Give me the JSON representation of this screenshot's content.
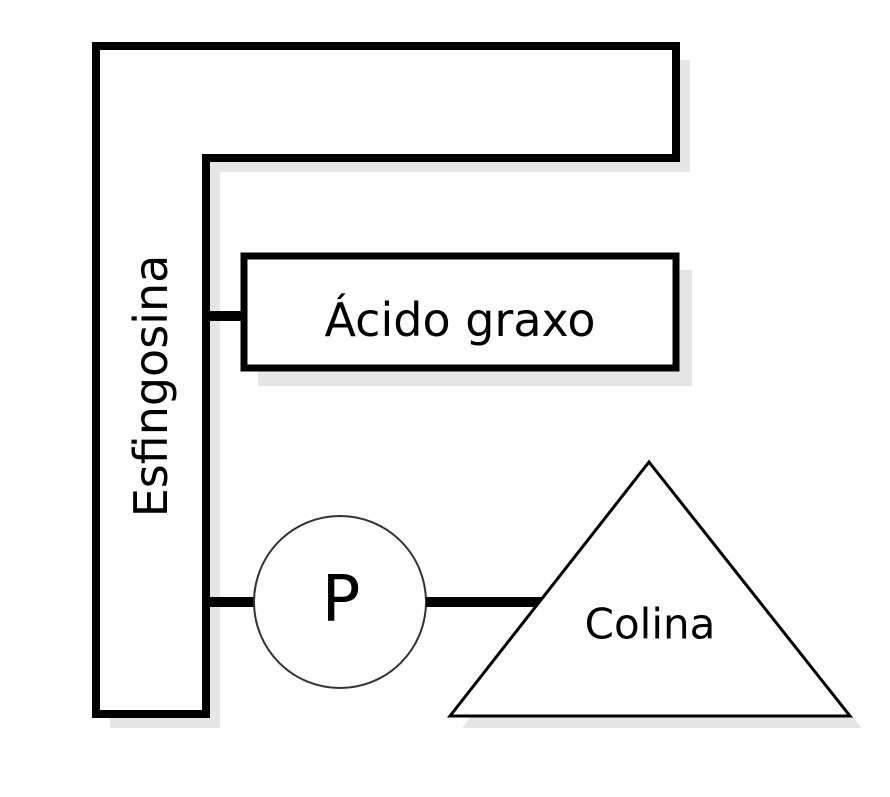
{
  "diagram": {
    "backbone_label": "Esfingosina",
    "fatty_acid_label": "Ácido graxo",
    "phosphate_label": "P",
    "choline_label": "Colina"
  },
  "colors": {
    "stroke": "#000000",
    "fill": "#ffffff",
    "shadow": "#e6e6e6",
    "phosphate_text": "#1a2a55"
  }
}
